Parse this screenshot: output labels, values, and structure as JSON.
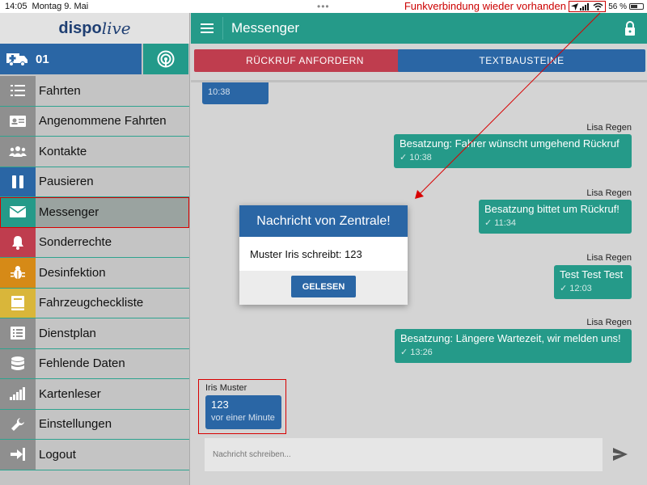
{
  "statusbar": {
    "time": "14:05",
    "date": "Montag 9. Mai",
    "notice": "Funkverbindung wieder vorhanden",
    "battery": "56 %"
  },
  "sidebar": {
    "logo_main": "dispo",
    "logo_accent": "live",
    "vehicle_number": "01",
    "items": [
      {
        "label": "Fahrten",
        "icon": "list-icon",
        "color": "#8f8f8f"
      },
      {
        "label": "Angenommene Fahrten",
        "icon": "id-card-icon",
        "color": "#8f8f8f"
      },
      {
        "label": "Kontakte",
        "icon": "people-icon",
        "color": "#8f8f8f"
      },
      {
        "label": "Pausieren",
        "icon": "pause-icon",
        "color": "#2a66a5"
      },
      {
        "label": "Messenger",
        "icon": "envelope-icon",
        "color": "#259a89"
      },
      {
        "label": "Sonderrechte",
        "icon": "bell-icon",
        "color": "#bf3d4e"
      },
      {
        "label": "Desinfektion",
        "icon": "bug-icon",
        "color": "#d68a17"
      },
      {
        "label": "Fahrzeugcheckliste",
        "icon": "book-icon",
        "color": "#d9b63a"
      },
      {
        "label": "Dienstplan",
        "icon": "list-alt-icon",
        "color": "#8f8f8f"
      },
      {
        "label": "Fehlende Daten",
        "icon": "database-icon",
        "color": "#8f8f8f"
      },
      {
        "label": "Kartenleser",
        "icon": "signal-bars-icon",
        "color": "#8f8f8f"
      },
      {
        "label": "Einstellungen",
        "icon": "wrench-icon",
        "color": "#8f8f8f"
      },
      {
        "label": "Logout",
        "icon": "logout-icon",
        "color": "#8f8f8f"
      }
    ]
  },
  "header": {
    "title": "Messenger"
  },
  "actions": {
    "callback": "RÜCKRUF ANFORDERN",
    "templates": "TEXTBAUSTEINE"
  },
  "messages": [
    {
      "sender": "",
      "text": "",
      "time": "10:38",
      "direction": "in"
    },
    {
      "sender": "Lisa Regen",
      "text": "Besatzung: Fahrer wünscht umgehend Rückruf",
      "time": "✓ 10:38",
      "direction": "out"
    },
    {
      "sender": "Lisa Regen",
      "text": "Besatzung bittet um Rückruf!",
      "time": "✓ 11:34",
      "direction": "out"
    },
    {
      "sender": "Lisa Regen",
      "text": "Test Test Test",
      "time": "✓ 12:03",
      "direction": "out"
    },
    {
      "sender": "Lisa Regen",
      "text": "Besatzung: Längere Wartezeit, wir melden uns!",
      "time": "✓ 13:26",
      "direction": "out"
    },
    {
      "sender": "Iris Muster",
      "text": "123",
      "time": "vor einer Minute",
      "direction": "in"
    }
  ],
  "composer": {
    "placeholder": "Nachricht schreiben..."
  },
  "dialog": {
    "title": "Nachricht von Zentrale!",
    "body": "Muster Iris schreibt: 123",
    "button": "GELESEN"
  },
  "colors": {
    "teal": "#259a89",
    "blue": "#2a66a5",
    "red": "#bf3d4e",
    "highlight": "#d80000"
  }
}
